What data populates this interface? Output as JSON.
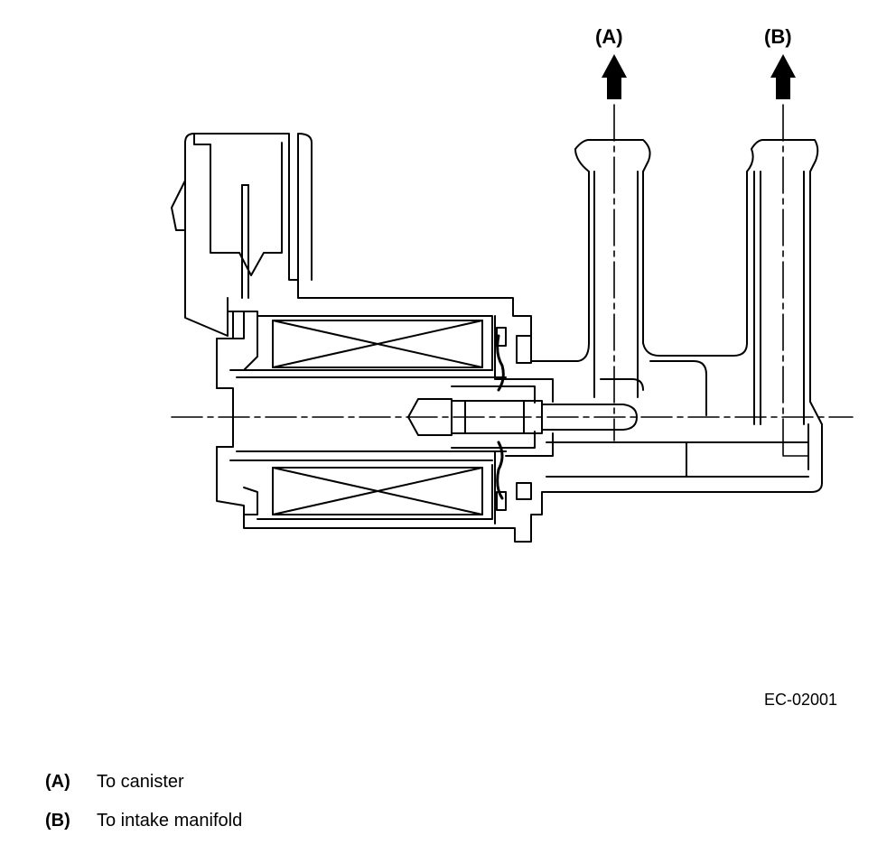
{
  "ports": {
    "a": {
      "label": "(A)"
    },
    "b": {
      "label": "(B)"
    }
  },
  "figure_code": "EC-02001",
  "legend": [
    {
      "key": "(A)",
      "text": "To canister"
    },
    {
      "key": "(B)",
      "text": "To intake manifold"
    }
  ]
}
